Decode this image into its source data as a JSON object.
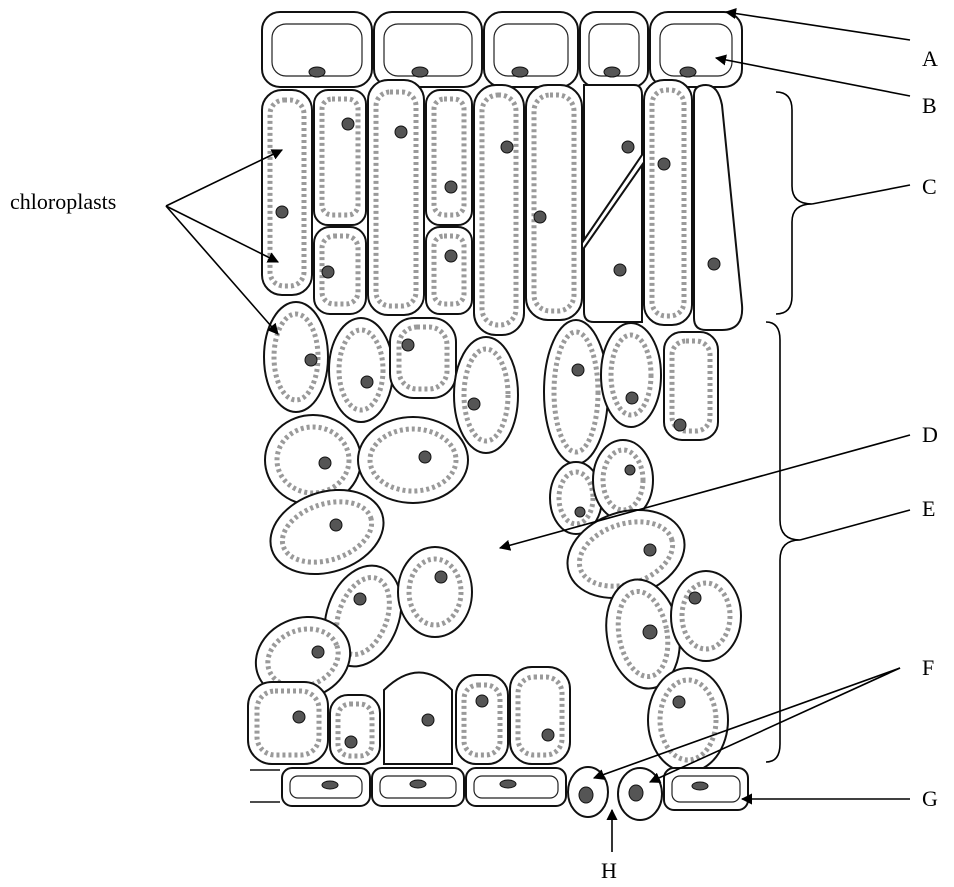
{
  "labels": {
    "a": "A",
    "b": "B",
    "c": "C",
    "d": "D",
    "e": "E",
    "f": "F",
    "g": "G",
    "h": "H",
    "chloroplasts": "chloroplasts"
  }
}
